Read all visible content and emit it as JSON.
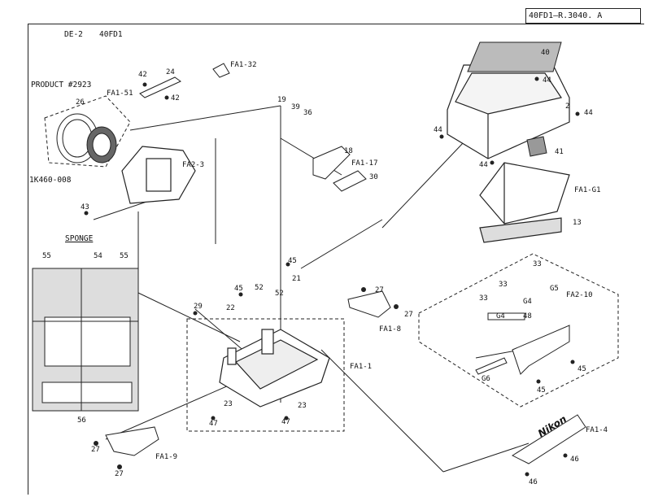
{
  "header": {
    "doc_code": "40FD1—R.3040. A"
  },
  "model": {
    "de": "DE-2",
    "code": "40FD1"
  },
  "product": {
    "label": "PRODUCT #2923",
    "part": "1K460-008"
  },
  "sponge": {
    "title": "SPONGE"
  },
  "assemblies": {
    "fa1_51": "FA1-51",
    "fa1_32": "FA1-32",
    "fa2_3": "FA2-3",
    "fa1_17": "FA1-17",
    "fa1_g1": "FA1-G1",
    "fa1_1": "FA1-1",
    "fa1_8": "FA1-8",
    "fa2_10": "FA2-10",
    "fa1_4": "FA1-4",
    "fa1_9": "FA1-9"
  },
  "parts": {
    "p40": "40",
    "p44a": "44",
    "p2": "2",
    "p44b": "44",
    "p44c": "44",
    "p44d": "44",
    "p41": "41",
    "p13": "13",
    "p19": "19",
    "p39": "39",
    "p36": "36",
    "p18": "18",
    "p30": "30",
    "p24": "24",
    "p42a": "42",
    "p42b": "42",
    "p43": "43",
    "p26": "26",
    "p55a": "55",
    "p54": "54",
    "p55b": "55",
    "p56": "56",
    "p45a": "45",
    "p21": "21",
    "p52a": "52",
    "p45b": "45",
    "p52b": "52",
    "p22": "22",
    "p29": "29",
    "p27a": "27",
    "p27b": "27",
    "p23a": "23",
    "p23b": "23",
    "p47a": "47",
    "p47b": "47",
    "p27c": "27",
    "p27d": "27",
    "p33a": "33",
    "p33b": "33",
    "p33c": "33",
    "pg5": "G5",
    "pg4a": "G4",
    "pg4b": "G4",
    "p48": "48",
    "p45c": "45",
    "p45d": "45",
    "pg6": "G6",
    "p46a": "46",
    "p46b": "46"
  },
  "brand": {
    "logo_text": "Nikon"
  }
}
